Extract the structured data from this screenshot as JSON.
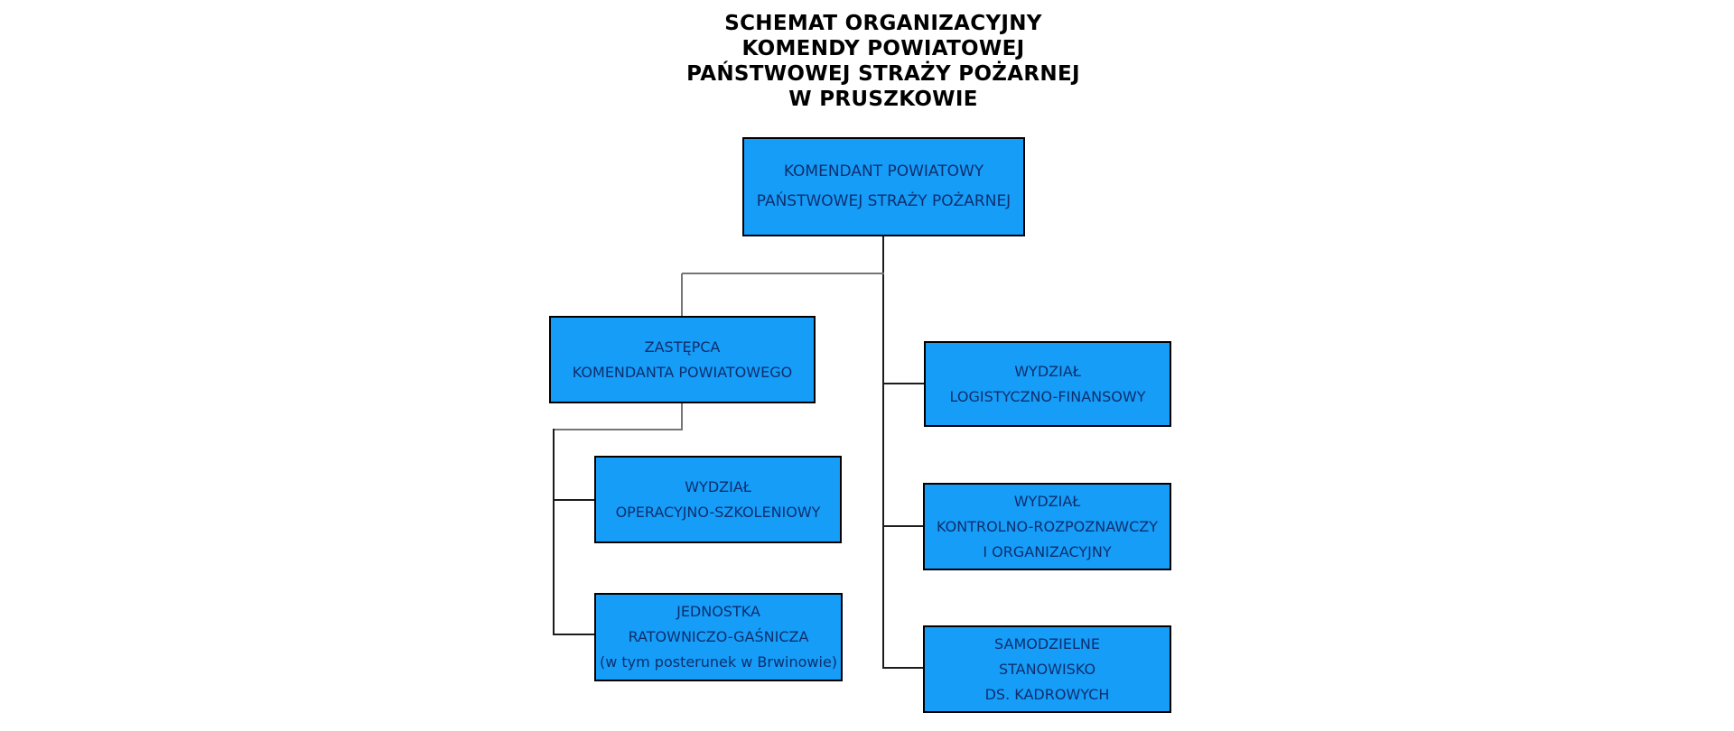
{
  "title": {
    "lines": [
      "SCHEMAT ORGANIZACYJNY",
      "KOMENDY POWIATOWEJ",
      "PAŃSTWOWEJ STRAŻY POŻARNEJ",
      "W PRUSZKOWIE"
    ]
  },
  "colors": {
    "background": "#ffffff",
    "box_fill": "#169df8",
    "box_border": "#000000",
    "box_text": "#0e2f6e",
    "title_text": "#000000",
    "connector_dark": "#1c1c1c",
    "connector_gray": "#757575"
  },
  "nodes": {
    "komendant": {
      "lines": [
        "KOMENDANT POWIATOWY",
        "PAŃSTWOWEJ STRAŻY POŻARNEJ"
      ]
    },
    "zastepca": {
      "lines": [
        "ZASTĘPCA",
        "KOMENDANTA POWIATOWEGO"
      ]
    },
    "logistyczno": {
      "lines": [
        "WYDZIAŁ",
        "LOGISTYCZNO-FINANSOWY"
      ]
    },
    "operacyjno": {
      "lines": [
        "WYDZIAŁ",
        "OPERACYJNO-SZKOLENIOWY"
      ]
    },
    "kontrolno": {
      "lines": [
        "WYDZIAŁ",
        "KONTROLNO-ROZPOZNAWCZY",
        "I ORGANIZACYJNY"
      ]
    },
    "jednostka": {
      "lines": [
        "JEDNOSTKA",
        "RATOWNICZO-GAŚNICZA",
        "(w tym posterunek w Brwinowie)"
      ]
    },
    "samodzielne": {
      "lines": [
        "SAMODZIELNE",
        "STANOWISKO",
        "DS. KADROWYCH"
      ]
    }
  },
  "edges": [
    {
      "from": "komendant",
      "to": "zastepca"
    },
    {
      "from": "komendant",
      "to": "logistyczno"
    },
    {
      "from": "komendant",
      "to": "kontrolno"
    },
    {
      "from": "komendant",
      "to": "samodzielne"
    },
    {
      "from": "zastepca",
      "to": "operacyjno"
    },
    {
      "from": "zastepca",
      "to": "jednostka"
    }
  ]
}
